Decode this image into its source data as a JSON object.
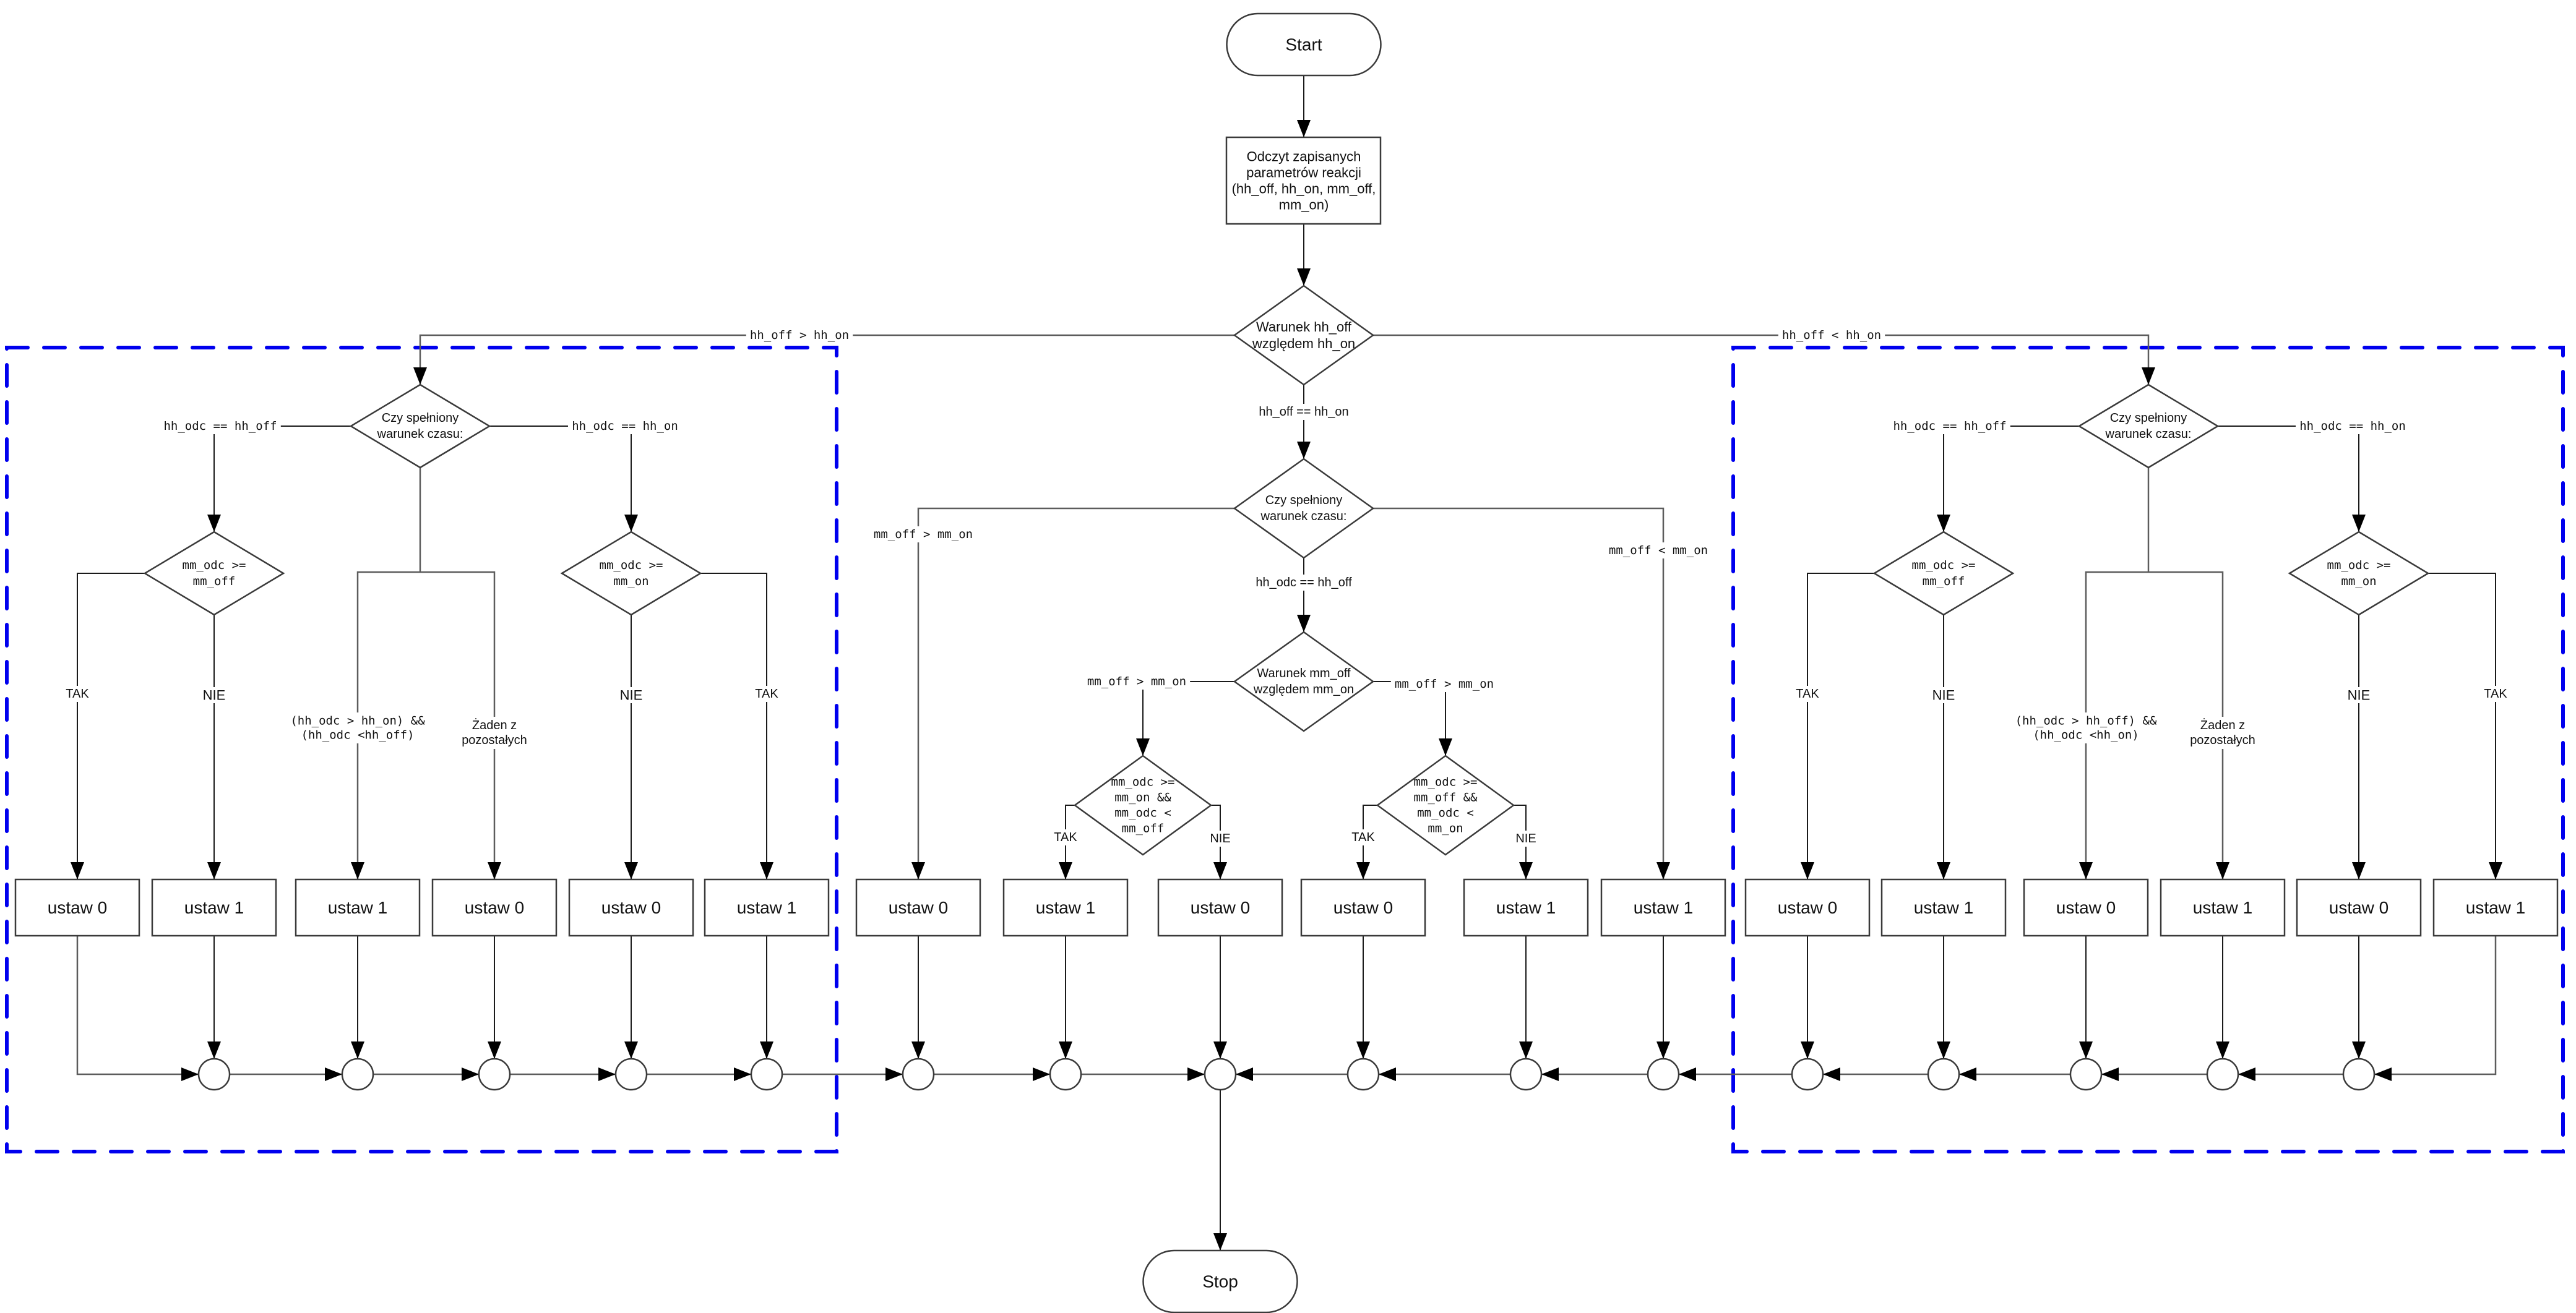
{
  "diagram": {
    "type": "flowchart",
    "language": "pl",
    "colors": {
      "group_border": "#0000ee",
      "line": "#5c5c5c",
      "shape_stroke": "#3a3a3a",
      "background": "#ffffff"
    },
    "start": {
      "label": "Start"
    },
    "stop": {
      "label": "Stop"
    },
    "read_params": {
      "lines": [
        "Odczyt zapisanych",
        "parametrów reakcji",
        "(hh_off, hh_on, mm_off,",
        "mm_on)"
      ]
    },
    "decision_hh": {
      "lines": [
        "Warunek hh_off",
        "względem hh_on"
      ],
      "branches": {
        "left": "hh_off > hh_on",
        "down": "hh_off == hh_on",
        "right": "hh_off < hh_on"
      }
    },
    "left_group": {
      "time_decision": {
        "lines": [
          "Czy spełniony",
          "warunek czasu:"
        ],
        "branches": {
          "left": "hh_odc == hh_off",
          "right": "hh_odc == hh_on",
          "mid_a": [
            "(hh_odc > hh_on) &&",
            "(hh_odc <hh_off)"
          ],
          "mid_b": [
            "Żaden z",
            "pozostałych"
          ]
        }
      },
      "mm_decision_left": {
        "lines": [
          "mm_odc >=",
          "mm_off"
        ],
        "yes": "TAK",
        "no": "NIE"
      },
      "mm_decision_right": {
        "lines": [
          "mm_odc >=",
          "mm_on"
        ],
        "yes": "TAK",
        "no": "NIE"
      },
      "actions": [
        "ustaw 0",
        "ustaw 1",
        "ustaw 1",
        "ustaw 0",
        "ustaw 0",
        "ustaw 1"
      ]
    },
    "center_group": {
      "time_decision": {
        "lines": [
          "Czy spełniony",
          "warunek czasu:"
        ],
        "branches": {
          "left": "mm_off > mm_on",
          "down": "hh_odc == hh_off",
          "right": "mm_off < mm_on"
        }
      },
      "mm_compare": {
        "lines": [
          "Warunek mm_off",
          "względem mm_on"
        ],
        "branches": {
          "left": "mm_off > mm_on",
          "right": "mm_off > mm_on"
        }
      },
      "range_left": {
        "lines": [
          "mm_odc >=",
          "mm_on &&",
          "mm_odc <",
          "mm_off"
        ],
        "yes": "TAK",
        "no": "NIE"
      },
      "range_right": {
        "lines": [
          "mm_odc >=",
          "mm_off &&",
          "mm_odc <",
          "mm_on"
        ],
        "yes": "TAK",
        "no": "NIE"
      },
      "actions": [
        "ustaw 0",
        "ustaw 1",
        "ustaw 0",
        "ustaw 0",
        "ustaw 1",
        "ustaw 1"
      ]
    },
    "right_group": {
      "time_decision": {
        "lines": [
          "Czy spełniony",
          "warunek czasu:"
        ],
        "branches": {
          "left": "hh_odc == hh_off",
          "right": "hh_odc == hh_on",
          "mid_a": [
            "(hh_odc > hh_off) &&",
            "(hh_odc <hh_on)"
          ],
          "mid_b": [
            "Żaden z",
            "pozostałych"
          ]
        }
      },
      "mm_decision_left": {
        "lines": [
          "mm_odc >=",
          "mm_off"
        ],
        "yes": "TAK",
        "no": "NIE"
      },
      "mm_decision_right": {
        "lines": [
          "mm_odc >=",
          "mm_on"
        ],
        "yes": "TAK",
        "no": "NIE"
      },
      "actions": [
        "ustaw 0",
        "ustaw 1",
        "ustaw 0",
        "ustaw 1",
        "ustaw 0",
        "ustaw 1"
      ]
    }
  }
}
